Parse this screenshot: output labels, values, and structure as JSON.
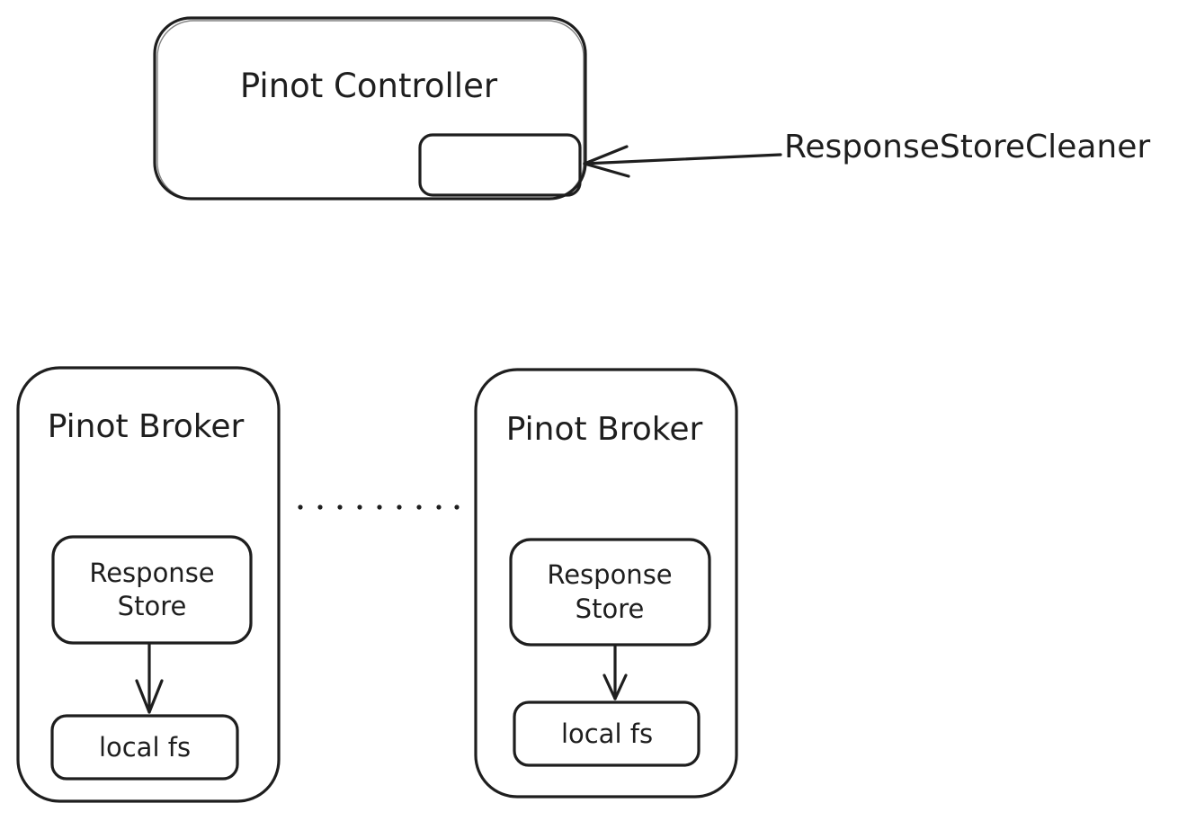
{
  "controller": {
    "title": "Pinot Controller",
    "inner_box_label": ""
  },
  "cleaner_label": "ResponseStoreCleaner",
  "brokers": [
    {
      "title": "Pinot Broker",
      "store_line1": "Response",
      "store_line2": "Store",
      "fs_label": "local fs"
    },
    {
      "title": "Pinot Broker",
      "store_line1": "Response",
      "store_line2": "Store",
      "fs_label": "local fs"
    }
  ],
  "colors": {
    "stroke": "#1e1e1e",
    "background": "#ffffff"
  }
}
